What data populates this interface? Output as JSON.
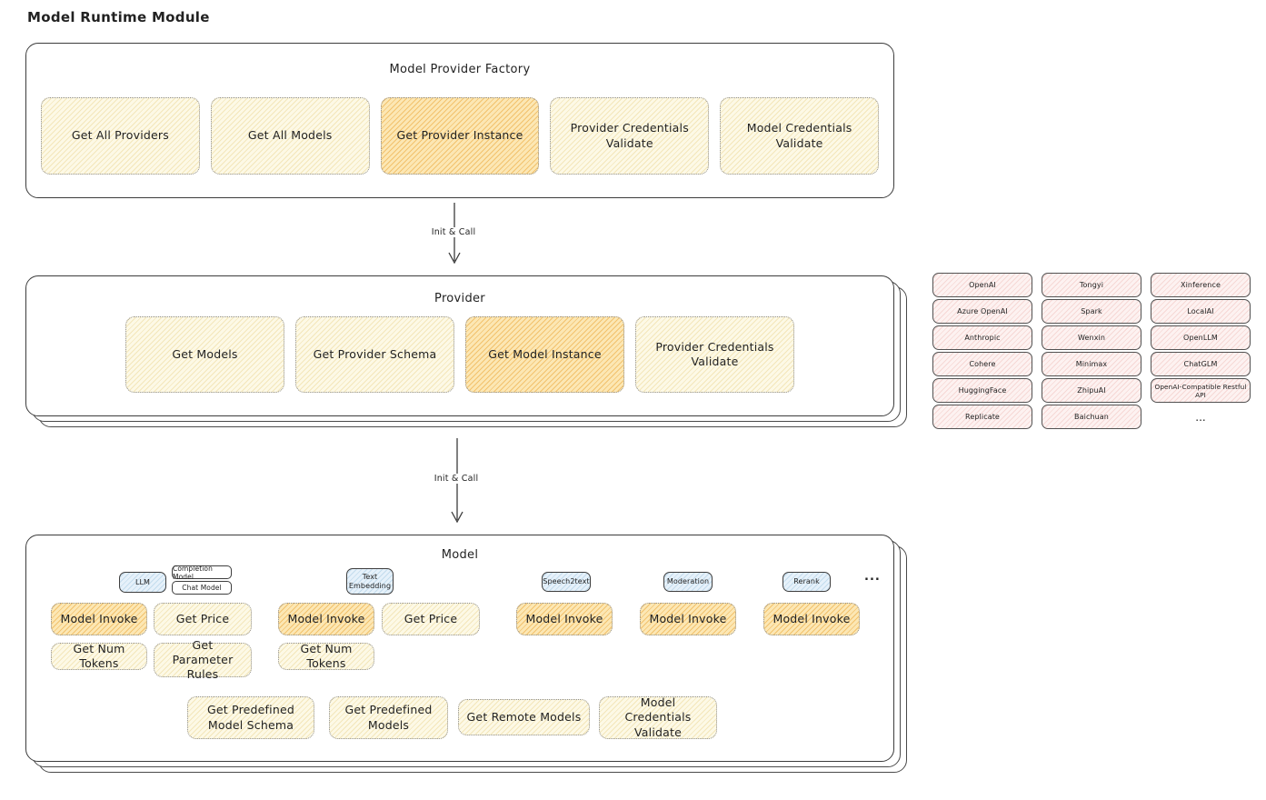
{
  "title": "Model Runtime Module",
  "init_call_label": "Init & Call",
  "factory": {
    "title": "Model Provider Factory",
    "boxes": [
      {
        "label": "Get All Providers",
        "highlight": false
      },
      {
        "label": "Get All Models",
        "highlight": false
      },
      {
        "label": "Get Provider Instance",
        "highlight": true
      },
      {
        "label": "Provider Credentials Validate",
        "highlight": false
      },
      {
        "label": "Model Credentials Validate",
        "highlight": false
      }
    ]
  },
  "provider": {
    "title": "Provider",
    "boxes": [
      {
        "label": "Get Models",
        "highlight": false
      },
      {
        "label": "Get Provider Schema",
        "highlight": false
      },
      {
        "label": "Get Model Instance",
        "highlight": true
      },
      {
        "label": "Provider Credentials Validate",
        "highlight": false
      }
    ]
  },
  "providers_grid": {
    "items": [
      "OpenAI",
      "Tongyi",
      "Xinference",
      "Azure OpenAI",
      "Spark",
      "LocalAI",
      "Anthropic",
      "Wenxin",
      "OpenLLM",
      "Cohere",
      "Minimax",
      "ChatGLM",
      "HuggingFace",
      "ZhipuAI",
      "OpenAI-Compatible Restful API",
      "Replicate",
      "Baichuan"
    ],
    "more": "..."
  },
  "model": {
    "title": "Model",
    "type_tags": {
      "llm": "LLM",
      "completion": "Completion Model",
      "chat": "Chat Model",
      "text_embedding": "Text Embedding",
      "speech2text": "Speech2text",
      "moderation": "Moderation",
      "rerank": "Rerank",
      "more": "..."
    },
    "ops": {
      "model_invoke": "Model Invoke",
      "get_price": "Get Price",
      "get_num_tokens": "Get Num Tokens",
      "get_parameter_rules": "Get Parameter Rules",
      "get_predefined_model_schema": "Get Predefined Model Schema",
      "get_predefined_models": "Get Predefined Models",
      "get_remote_models": "Get Remote Models",
      "model_credentials_validate": "Model Credentials Validate"
    }
  },
  "colors": {
    "yellow_base": "#fdf9e6",
    "yellow_hatch": "#f3e6ba",
    "orange_base": "#fce7b4",
    "orange_hatch": "#f2c26d",
    "pink_base": "#fdf2f1",
    "pink_hatch": "#f6d8d5",
    "blue_base": "#e6f1fa",
    "blue_hatch": "#c3dced",
    "border_dark": "#3c3c3c",
    "border_dotted": "#8f8f8f"
  }
}
